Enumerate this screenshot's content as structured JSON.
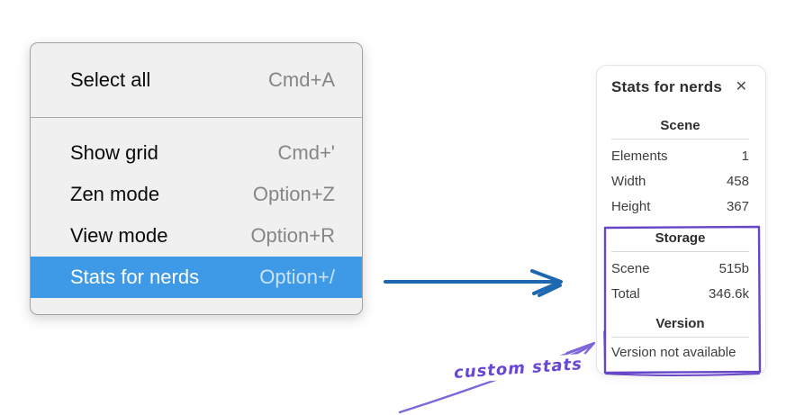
{
  "menu": {
    "items": [
      {
        "label": "Select all",
        "shortcut": "Cmd+A"
      },
      {
        "label": "Show grid",
        "shortcut": "Cmd+'"
      },
      {
        "label": "Zen mode",
        "shortcut": "Option+Z"
      },
      {
        "label": "View mode",
        "shortcut": "Option+R"
      },
      {
        "label": "Stats for nerds",
        "shortcut": "Option+/"
      }
    ]
  },
  "stats_panel": {
    "title": "Stats for nerds",
    "close_glyph": "✕",
    "sections": [
      {
        "heading": "Scene",
        "rows": [
          {
            "label": "Elements",
            "value": "1"
          },
          {
            "label": "Width",
            "value": "458"
          },
          {
            "label": "Height",
            "value": "367"
          }
        ]
      },
      {
        "heading": "Storage",
        "rows": [
          {
            "label": "Scene",
            "value": "515b"
          },
          {
            "label": "Total",
            "value": "346.6k"
          }
        ]
      },
      {
        "heading": "Version",
        "note": "Version not available"
      }
    ]
  },
  "annotation": {
    "label": "custom stats"
  },
  "colors": {
    "menu_highlight": "#3e9ae6",
    "menu_highlight_text": "#ffffff",
    "menu_shortcut": "#868686",
    "arrow_blue": "#1d68b0",
    "box_purple": "#6746c8",
    "annotation_arrow": "#7d66da",
    "annotation_purple": "#6847d6"
  }
}
